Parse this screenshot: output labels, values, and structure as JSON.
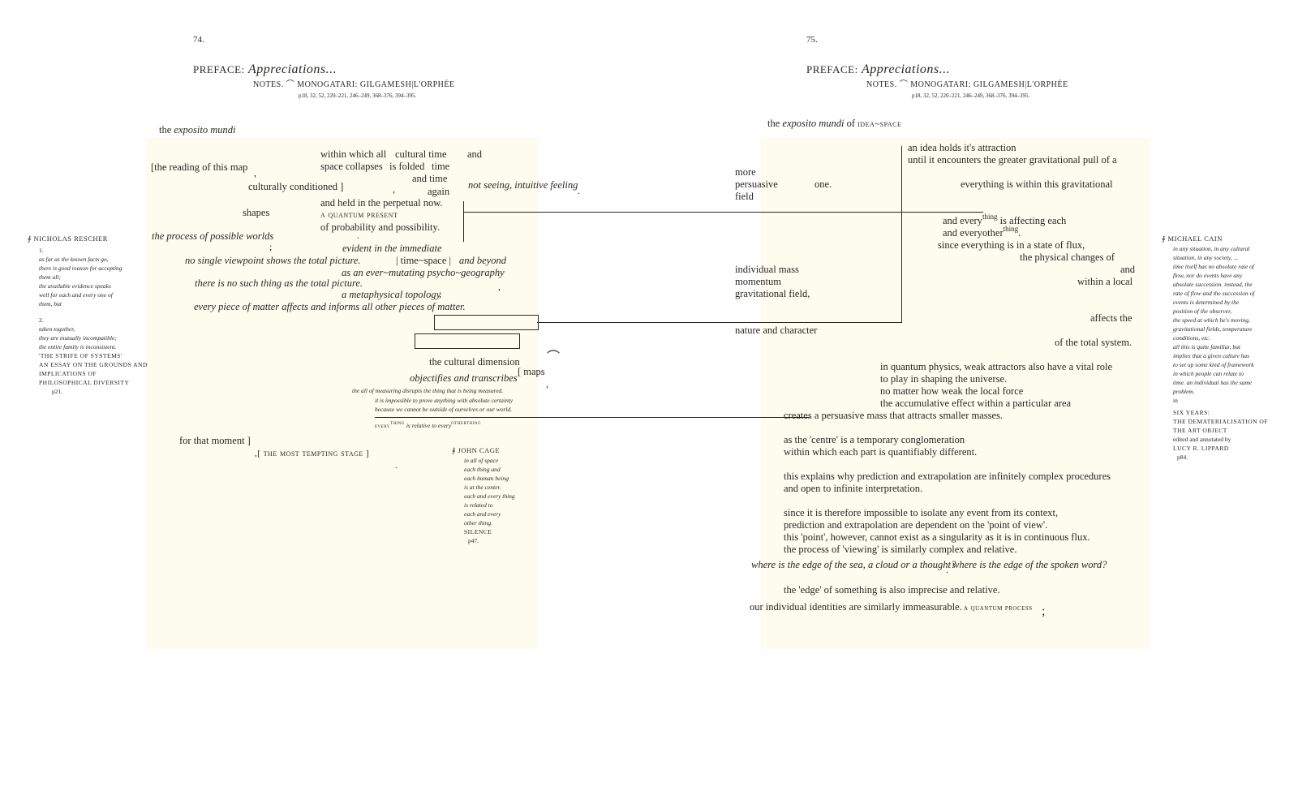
{
  "left_page": {
    "page_number": "74.",
    "header_label": "PREFACE:",
    "header_title": "Appreciations...",
    "notes_line": "NOTES. ⌒ MONOGATARI: GILGAMESH|L'ORPHÉE",
    "pages_line": "p18, 32, 52, 220–221, 246–249, 368–376, 394–395.",
    "heading_prefix": "the",
    "heading_italic": "exposito mundi",
    "lines": {
      "within_all": "within which all",
      "cultural_time": "cultural time",
      "and1": "and",
      "reading_map": "[the reading of this map",
      "space_collapses": "space collapses",
      "is_folded": "is folded",
      "time1": "time",
      "and_time": "and time",
      "culturally": "culturally conditioned ]",
      "again": "again",
      "not_seeing": "not seeing, intuitive feeling",
      "held": "and held in the perpetual now.",
      "shapes": "shapes",
      "quantum_present": "a quantum present",
      "probability": "of probability and possibility.",
      "process_worlds": "the process of possible worlds",
      "evident": "evident in the immediate",
      "no_single": "no single viewpoint shows the total picture.",
      "time_space": "| time~space |",
      "and_beyond": "and beyond",
      "ever_mutating": "as an ever~mutating psycho~geography",
      "no_such": "there is no such thing as the total picture.",
      "metaphysical": "a metaphysical topology",
      "every_piece": "every piece of matter affects and informs all other pieces of matter.",
      "cultural_dimension": "the cultural dimension",
      "maps": "[ maps",
      "objectifies": "objectifies and transcribes",
      "measuring1": "the all of measuring disrupts the thing that is being measured.",
      "measuring2": "it is impossible to prove anything with absolute certainty",
      "measuring3": "because we cannot be outside of ourselves or our world.",
      "every_a": "every",
      "every_thing_sup": "thing",
      "every_b": "is relative to every",
      "every_other_sup": "otherthing",
      "for_moment": "for that moment ]",
      "tempting": ",[ the most tempting stage ]"
    },
    "rescher": {
      "name": "∮ NICHOLAS RESCHER",
      "num1": "1.",
      "q1": [
        "as far as the known facts go,",
        "there is good reason for accepting",
        "them all;",
        "the available evidence speaks",
        "well for each and every one of",
        "them, but"
      ],
      "num2": "2.",
      "q2": [
        "taken together,",
        "they are mutually incompatible;",
        "the entire family is inconsistent."
      ],
      "title": [
        "'THE STRIFE OF SYSTEMS'",
        "AN ESSAY ON THE GROUNDS AND",
        "IMPLICATIONS OF",
        "PHILOSOPHICAL DIVERSITY"
      ],
      "page": "p21."
    },
    "cage": {
      "name": "∮ JOHN CAGE",
      "lines": [
        "in all of space",
        "each thing and",
        "each human being",
        "is at the center.",
        "each and every thing",
        "is related to",
        "each and every",
        "other thing."
      ],
      "source": "SILENCE",
      "page": "p47."
    }
  },
  "right_page": {
    "page_number": "75.",
    "header_label": "PREFACE:",
    "header_title": "Appreciations...",
    "notes_line": "NOTES. ⌒ MONOGATARI: GILGAMESH|L'ORPHÉE",
    "pages_line": "p18, 32, 52, 220–221, 246–249, 368–376, 394–395.",
    "heading_prefix": "the",
    "heading_italic": "exposito mundi",
    "heading_of": "of",
    "heading_sc": "idea~space",
    "lines": {
      "idea_holds": "an idea holds it's attraction",
      "until": "until it encounters the greater gravitational pull of a",
      "more": "more",
      "persuasive": "persuasive",
      "one": "one.",
      "field": "field",
      "everything_within": "everything is within this gravitational",
      "every_a": "and every",
      "every_sup1": "thing",
      "every_b": "is affecting each",
      "other_a": "and everyother",
      "other_sup": "thing",
      "other_b": ".",
      "since": "since everything is in a state of flux,",
      "physical": "the physical changes of",
      "and": "and",
      "within_local": "within a local",
      "individual_mass": "individual mass",
      "momentum": "momentum",
      "grav_field": "gravitational field,",
      "affects": "affects the",
      "nature": "nature and character",
      "total_system": "of the total system.",
      "quantum1": "in quantum physics, weak attractors also have a vital role",
      "quantum2": "to play in shaping the universe.",
      "quantum3": "no matter how weak the local force",
      "quantum4": "the accumulative effect within a particular area",
      "creates": "creates a persuasive mass that attracts smaller masses.",
      "centre1": "as the 'centre' is a temporary conglomeration",
      "centre2": "within which each part is quantifiably different.",
      "prediction1": "this explains why prediction and extrapolation are infinitely complex procedures",
      "prediction2": "and open to infinite interpretation.",
      "since2_1": "since it is therefore impossible to isolate any event from its context,",
      "since2_2": "prediction and extrapolation are dependent on the 'point of view'.",
      "since2_3": "this 'point', however, cannot exist as a singularity as it is in continuous flux.",
      "since2_4": "the process of 'viewing' is similarly complex and relative.",
      "where_sea": "where is the edge of the sea, a cloud or a thought?",
      "where_word": "where is the edge of the spoken word?",
      "edge": "the 'edge' of something is also imprecise and relative.",
      "identities": "our individual identities are similarly immeasurable.",
      "quantum_process": "a quantum process"
    },
    "cain": {
      "name": "∮ MICHAEL CAIN",
      "lines": [
        "in any situation, in any cultural",
        "situation, in any society, ...",
        "time itself has no absolute rate of",
        "flow, nor do events have any",
        "absolute succession. instead, the",
        "rate of flow and the succession of",
        "events is determined by the",
        "position of the observer,",
        "the speed at which he's moving,",
        "gravitational fields, temperature",
        "conditions, etc.",
        "all this is quite familiar, but",
        "implies that a given culture has",
        "to set up some kind of framework",
        "in which people can relate to",
        "time. an individual has the same",
        "problem."
      ],
      "in": "in",
      "title": [
        "SIX YEARS:",
        "THE DEMATERIALISATION OF",
        "THE ART OBJECT"
      ],
      "edited": "edited and annotated by",
      "editor": "LUCY R. LIPPARD",
      "page": "p84."
    }
  },
  "colors": {
    "panel": "#fdfcef",
    "ink": "#2a2622",
    "page": "#ffffff"
  }
}
